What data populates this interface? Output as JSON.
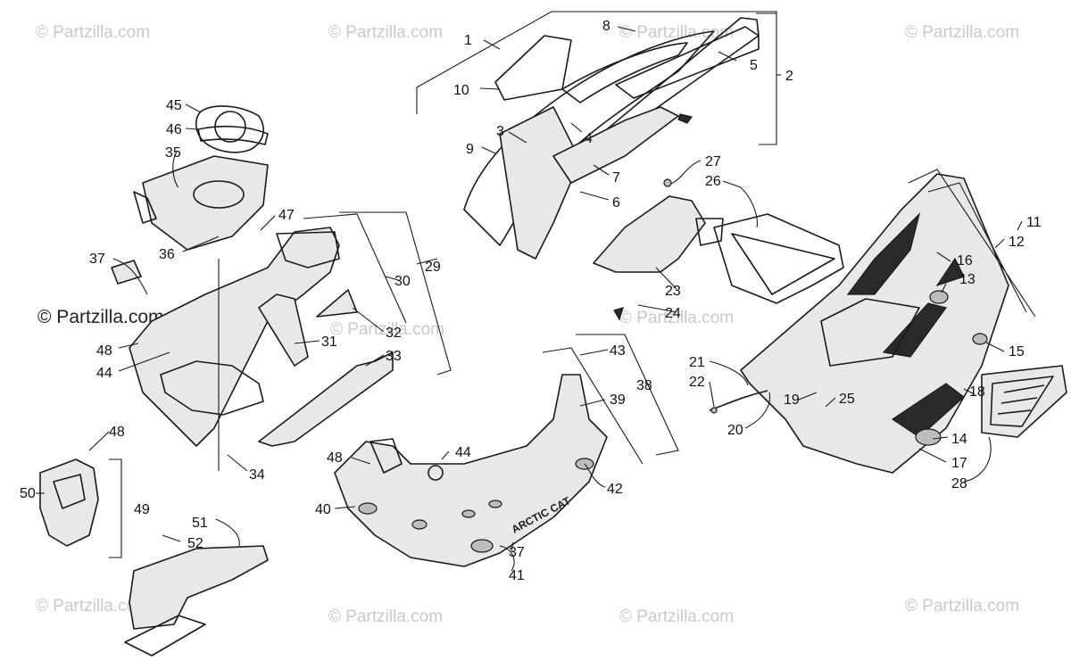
{
  "watermark": {
    "text": "© Partzilla.com",
    "color": "#c9c9c9",
    "strong_color": "#222222"
  },
  "decal_text": "ARCTIC CAT",
  "callouts": [
    "1",
    "2",
    "3",
    "4",
    "5",
    "6",
    "7",
    "8",
    "9",
    "10",
    "11",
    "12",
    "13",
    "14",
    "15",
    "16",
    "17",
    "18",
    "19",
    "20",
    "21",
    "22",
    "23",
    "24",
    "25",
    "26",
    "27",
    "28",
    "29",
    "30",
    "31",
    "32",
    "33",
    "34",
    "35",
    "36",
    "37",
    "38",
    "39",
    "40",
    "41",
    "42",
    "43",
    "44",
    "45",
    "46",
    "47",
    "48",
    "49",
    "50",
    "51",
    "52"
  ],
  "extra_callouts": {
    "c37b": "37",
    "c44b": "44",
    "c48b": "48",
    "c48c": "48"
  }
}
